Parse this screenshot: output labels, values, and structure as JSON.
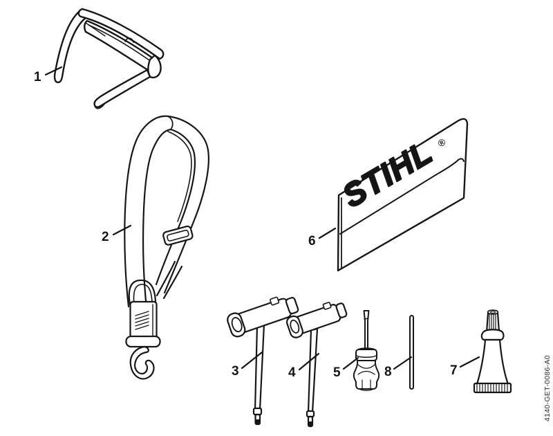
{
  "figure": {
    "type": "parts-diagram",
    "background_color": "#ffffff",
    "line_color": "#161616",
    "part_number_vertical": "4140-GET-0086-A0",
    "pouch_logo": {
      "text": "STIHL",
      "registered_mark": "®"
    },
    "callouts": [
      {
        "label": "1",
        "item": "safety-glasses"
      },
      {
        "label": "2",
        "item": "carrying-strap"
      },
      {
        "label": "3",
        "item": "t-wrench-large"
      },
      {
        "label": "4",
        "item": "t-wrench-small"
      },
      {
        "label": "5",
        "item": "screwdriver"
      },
      {
        "label": "6",
        "item": "stihl-pouch"
      },
      {
        "label": "7",
        "item": "grease-tube"
      },
      {
        "label": "8",
        "item": "cleaning-rod"
      }
    ]
  }
}
